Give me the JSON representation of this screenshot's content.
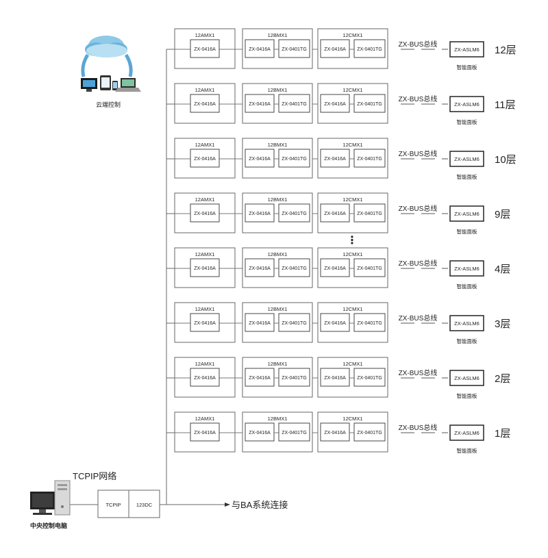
{
  "cloud": {
    "label": "云端控制"
  },
  "modules": {
    "a_title": "12AMX1",
    "b_title": "12BMX1",
    "c_title": "12CMX1",
    "dev_0416": "ZX-0416A",
    "dev_0401": "ZX-0401TG"
  },
  "bus_label": "ZX-BUS总线",
  "panel": {
    "device": "ZX-ASLM6",
    "caption": "智能面板"
  },
  "floors": [
    "12层",
    "11层",
    "10层",
    "9层",
    "4层",
    "3层",
    "2层",
    "1层"
  ],
  "ellipsis": "⋮",
  "network": {
    "title": "TCPIP网络",
    "tcpip_box": "TCPIP",
    "dc_box": "123DC",
    "pc_label": "中央控制电脑",
    "ba_link": "与BA系统连接"
  }
}
